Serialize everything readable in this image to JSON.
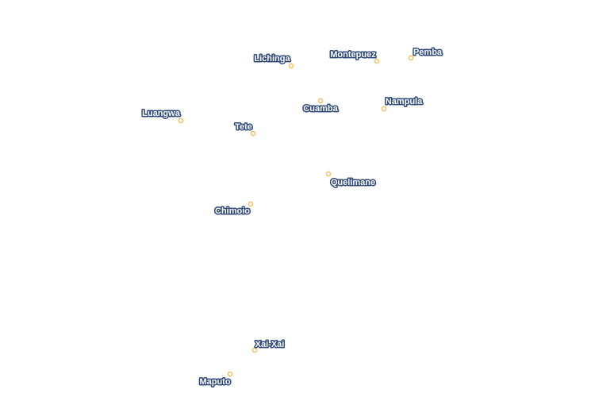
{
  "map": {
    "colors": {
      "marker_stroke": "#f2c46d",
      "marker_fill": "#ffffff",
      "label_text": "#ffffff",
      "label_halo": "#2f4a7a"
    },
    "cities": [
      {
        "id": "lichinga",
        "name": "Lichinga"
      },
      {
        "id": "montepuez",
        "name": "Montepuez"
      },
      {
        "id": "pemba",
        "name": "Pemba"
      },
      {
        "id": "nampula",
        "name": "Nampula"
      },
      {
        "id": "cuamba",
        "name": "Cuamba"
      },
      {
        "id": "luangwa",
        "name": "Luangwa"
      },
      {
        "id": "tete",
        "name": "Tete"
      },
      {
        "id": "quelimane",
        "name": "Quelimane"
      },
      {
        "id": "chimoio",
        "name": "Chimoio"
      },
      {
        "id": "xai-xai",
        "name": "Xai-Xai"
      },
      {
        "id": "maputo",
        "name": "Maputo"
      }
    ]
  }
}
